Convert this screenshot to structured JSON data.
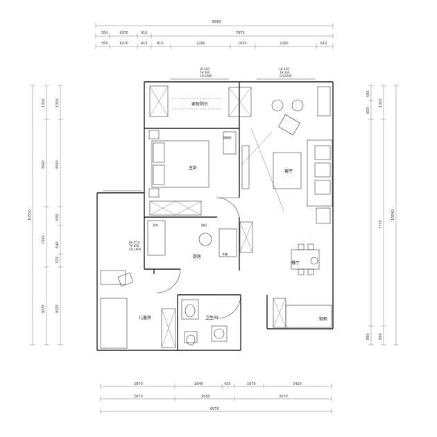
{
  "dimensions": {
    "top_total": "8960",
    "top_row1": [
      "350",
      "1970",
      "410",
      "7070"
    ],
    "top_row2": [
      "350",
      "1970",
      "410",
      "810",
      "2260",
      "1050",
      "2260",
      "610"
    ],
    "bottom_row1": [
      "2870",
      "1640",
      "420",
      "1070",
      "2410"
    ],
    "bottom_row2": [
      "2870",
      "2060",
      "3570"
    ],
    "bottom_total": "8970",
    "left_outer": "10510",
    "left_row1": [
      "1310",
      "3560",
      "1560",
      "3070"
    ],
    "left_row2": [
      "1310",
      "3560",
      "630",
      "540",
      "370",
      "3070"
    ],
    "right_outer": "10540",
    "right_row1": [
      "1310",
      "7770",
      "890"
    ],
    "right_row2": [
      "580",
      "650",
      "890"
    ]
  },
  "windows": {
    "w1": [
      "LK 420",
      "TH 260",
      "CH 2200"
    ],
    "w2": [
      "LK 420",
      "TH 260",
      "CH 2200"
    ],
    "w3": [
      "LK 4*10",
      "TH 850",
      "CH 1900"
    ]
  },
  "rooms": {
    "balcony": "家政阳台",
    "master": "主卧",
    "living": "客厅",
    "kitchen": "厨房",
    "dining": "餐厅",
    "study": "儿童房",
    "bath": "卫生间",
    "entry": "鞋柜"
  },
  "labels": {
    "wardrobe_cab": "储物柜",
    "fridge": "冰箱",
    "dishwasher": "烟机",
    "washer": "洗衣"
  }
}
